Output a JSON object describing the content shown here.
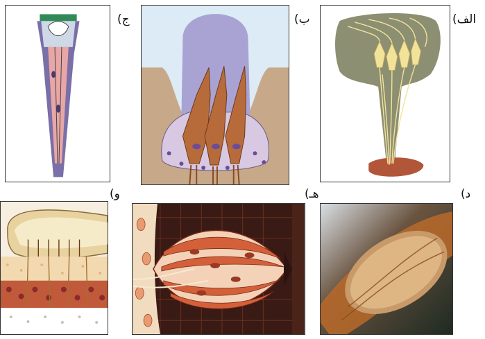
{
  "labels": {
    "a": "الف)",
    "b": "ب)",
    "c": "ج)",
    "d": "د)",
    "e": "هـ)",
    "f": "و)"
  }
}
